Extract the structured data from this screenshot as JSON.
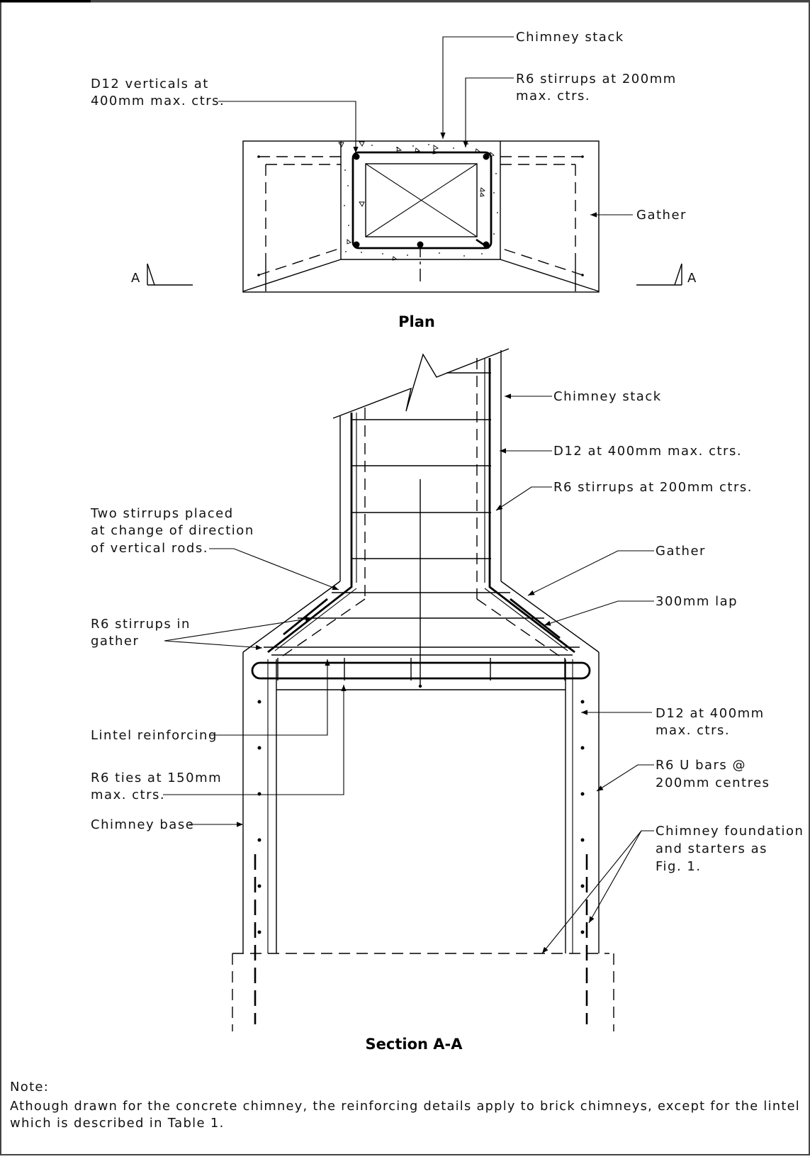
{
  "plan": {
    "title": "Plan",
    "labels": {
      "chimney_stack": "Chimney stack",
      "verticals_line1": "D12 verticals at",
      "verticals_line2": "400mm max. ctrs.",
      "stirrups_line1": "R6 stirrups at 200mm",
      "stirrups_line2": "max. ctrs.",
      "gather": "Gather",
      "section_mark_left": "A",
      "section_mark_right": "A"
    }
  },
  "section": {
    "title": "Section A-A",
    "labels": {
      "chimney_stack": "Chimney stack",
      "d12_stack": "D12 at 400mm max. ctrs.",
      "r6_stack": "R6 stirrups at 200mm ctrs.",
      "two_stirrups_line1": "Two stirrups placed",
      "two_stirrups_line2": "at change of direction",
      "two_stirrups_line3": "of vertical rods.",
      "gather": "Gather",
      "lap": "300mm lap",
      "r6_gather_line1": "R6 stirrups in",
      "r6_gather_line2": "gather",
      "lintel": "Lintel reinforcing",
      "d12_base_line1": "D12 at 400mm",
      "d12_base_line2": "max. ctrs.",
      "ties_line1": "R6 ties at 150mm",
      "ties_line2": "max. ctrs.",
      "ubars_line1": "R6 U bars @",
      "ubars_line2": "200mm centres",
      "base": "Chimney base",
      "foundation_line1": "Chimney foundation",
      "foundation_line2": "and starters as",
      "foundation_line3": "Fig. 1."
    }
  },
  "note": {
    "heading": "Note:",
    "line1": "Athough drawn for the concrete  chimney, the reinforcing details apply to brick  chimneys, except for the lintel",
    "line2": "which is described in Table 1."
  }
}
